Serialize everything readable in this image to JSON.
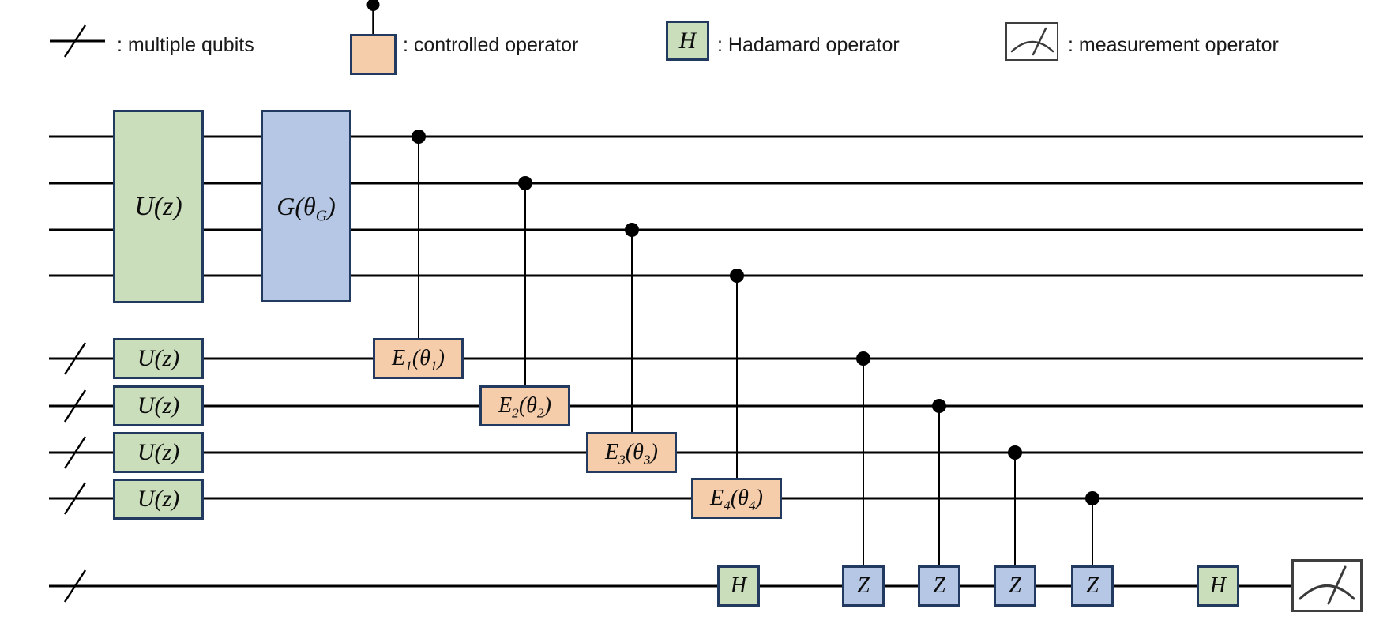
{
  "legend": {
    "multiple_qubits_label": ": multiple qubits",
    "controlled_label": ": controlled operator",
    "hadamard_label": ": Hadamard operator",
    "hadamard_symbol": "H",
    "measurement_label": ": measurement operator",
    "icons": [
      "multi-qubit-slash-icon",
      "controlled-operator-icon",
      "hadamard-box-icon",
      "measurement-meter-icon"
    ]
  },
  "gates": {
    "u_main": "U(z)",
    "g_pre": "G(θ",
    "g_sub": "G",
    "g_post": ")",
    "u_rows": [
      "U(z)",
      "U(z)",
      "U(z)",
      "U(z)"
    ],
    "e": [
      {
        "pre": "E",
        "sub1": "1",
        "mid": "(θ",
        "sub2": "1",
        "post": ")"
      },
      {
        "pre": "E",
        "sub1": "2",
        "mid": "(θ",
        "sub2": "2",
        "post": ")"
      },
      {
        "pre": "E",
        "sub1": "3",
        "mid": "(θ",
        "sub2": "3",
        "post": ")"
      },
      {
        "pre": "E",
        "sub1": "4",
        "mid": "(θ",
        "sub2": "4",
        "post": ")"
      }
    ],
    "h_first": "H",
    "h_last": "H",
    "z": [
      "Z",
      "Z",
      "Z",
      "Z"
    ]
  },
  "colors": {
    "unitary_green": "#cbdebb",
    "generator_blue": "#b5c7e4",
    "controlled_orange": "#f6cdab",
    "box_border_navy": "#233a60",
    "wire_black": "#000000",
    "measurement_gray": "#3a3a3a"
  }
}
